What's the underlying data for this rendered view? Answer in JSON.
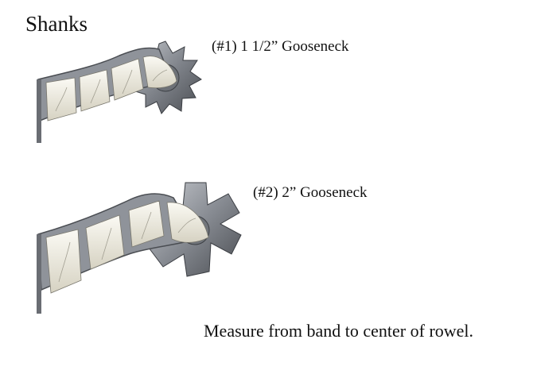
{
  "page": {
    "title": "Shanks",
    "instruction": "Measure from band to center of rowel."
  },
  "figures": [
    {
      "caption": "(#1) 1 1/2” Gooseneck",
      "rowel_icon": "spur-rowel-star-icon"
    },
    {
      "caption": "(#2) 2” Gooseneck",
      "rowel_icon": "spur-rowel-cross-icon"
    }
  ],
  "colors": {
    "background": "#ffffff",
    "text": "#111111",
    "silver_light": "#f2f0e6",
    "silver_mid": "#c9c5b5",
    "steel_dark": "#4a4d52",
    "steel_mid": "#8d9096",
    "steel_light": "#b6b9be"
  }
}
